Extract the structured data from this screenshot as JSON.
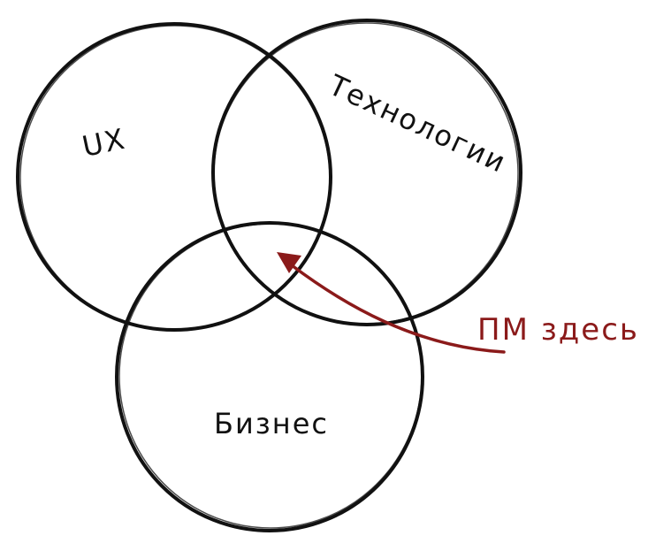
{
  "diagram": {
    "circles": [
      {
        "id": "ux",
        "label": "UX"
      },
      {
        "id": "tech",
        "label": "Технологии"
      },
      {
        "id": "business",
        "label": "Бизнес"
      }
    ],
    "annotation": {
      "label": "ПМ здесь",
      "color": "#8b1a1a"
    },
    "stroke_color": "#111111"
  }
}
